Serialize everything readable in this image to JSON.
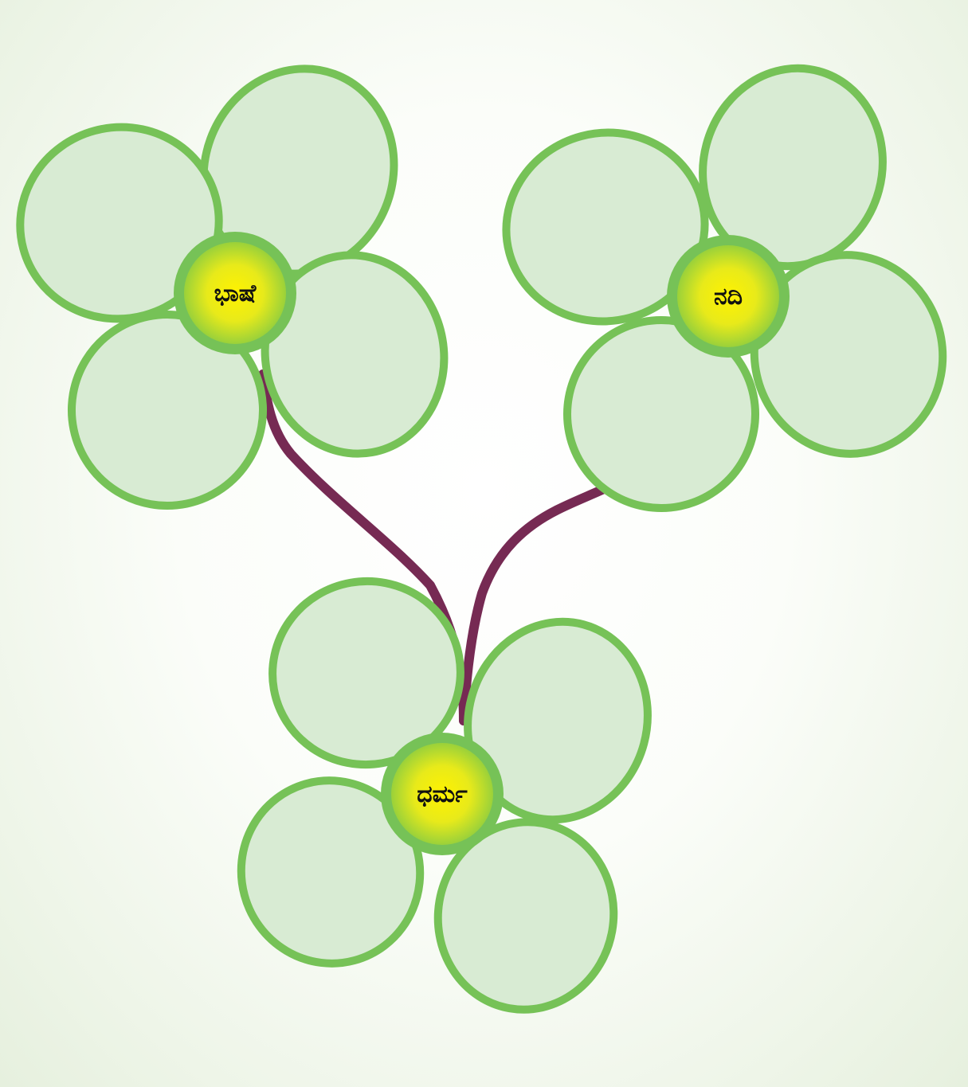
{
  "diagram": {
    "colors": {
      "petal_fill": "#d8ebd3",
      "petal_stroke": "#76c257",
      "center_ring": "#76c257",
      "center_core": "#e8ea1a",
      "stem": "#762a53"
    },
    "nodes": [
      {
        "id": "bhashe",
        "label": "ಭಾಷೆ"
      },
      {
        "id": "nadi",
        "label": "ನದಿ"
      },
      {
        "id": "dharma",
        "label": "ಧರ್ಮ"
      }
    ],
    "edges": [
      {
        "from": "dharma",
        "to": "bhashe"
      },
      {
        "from": "dharma",
        "to": "nadi"
      }
    ]
  }
}
